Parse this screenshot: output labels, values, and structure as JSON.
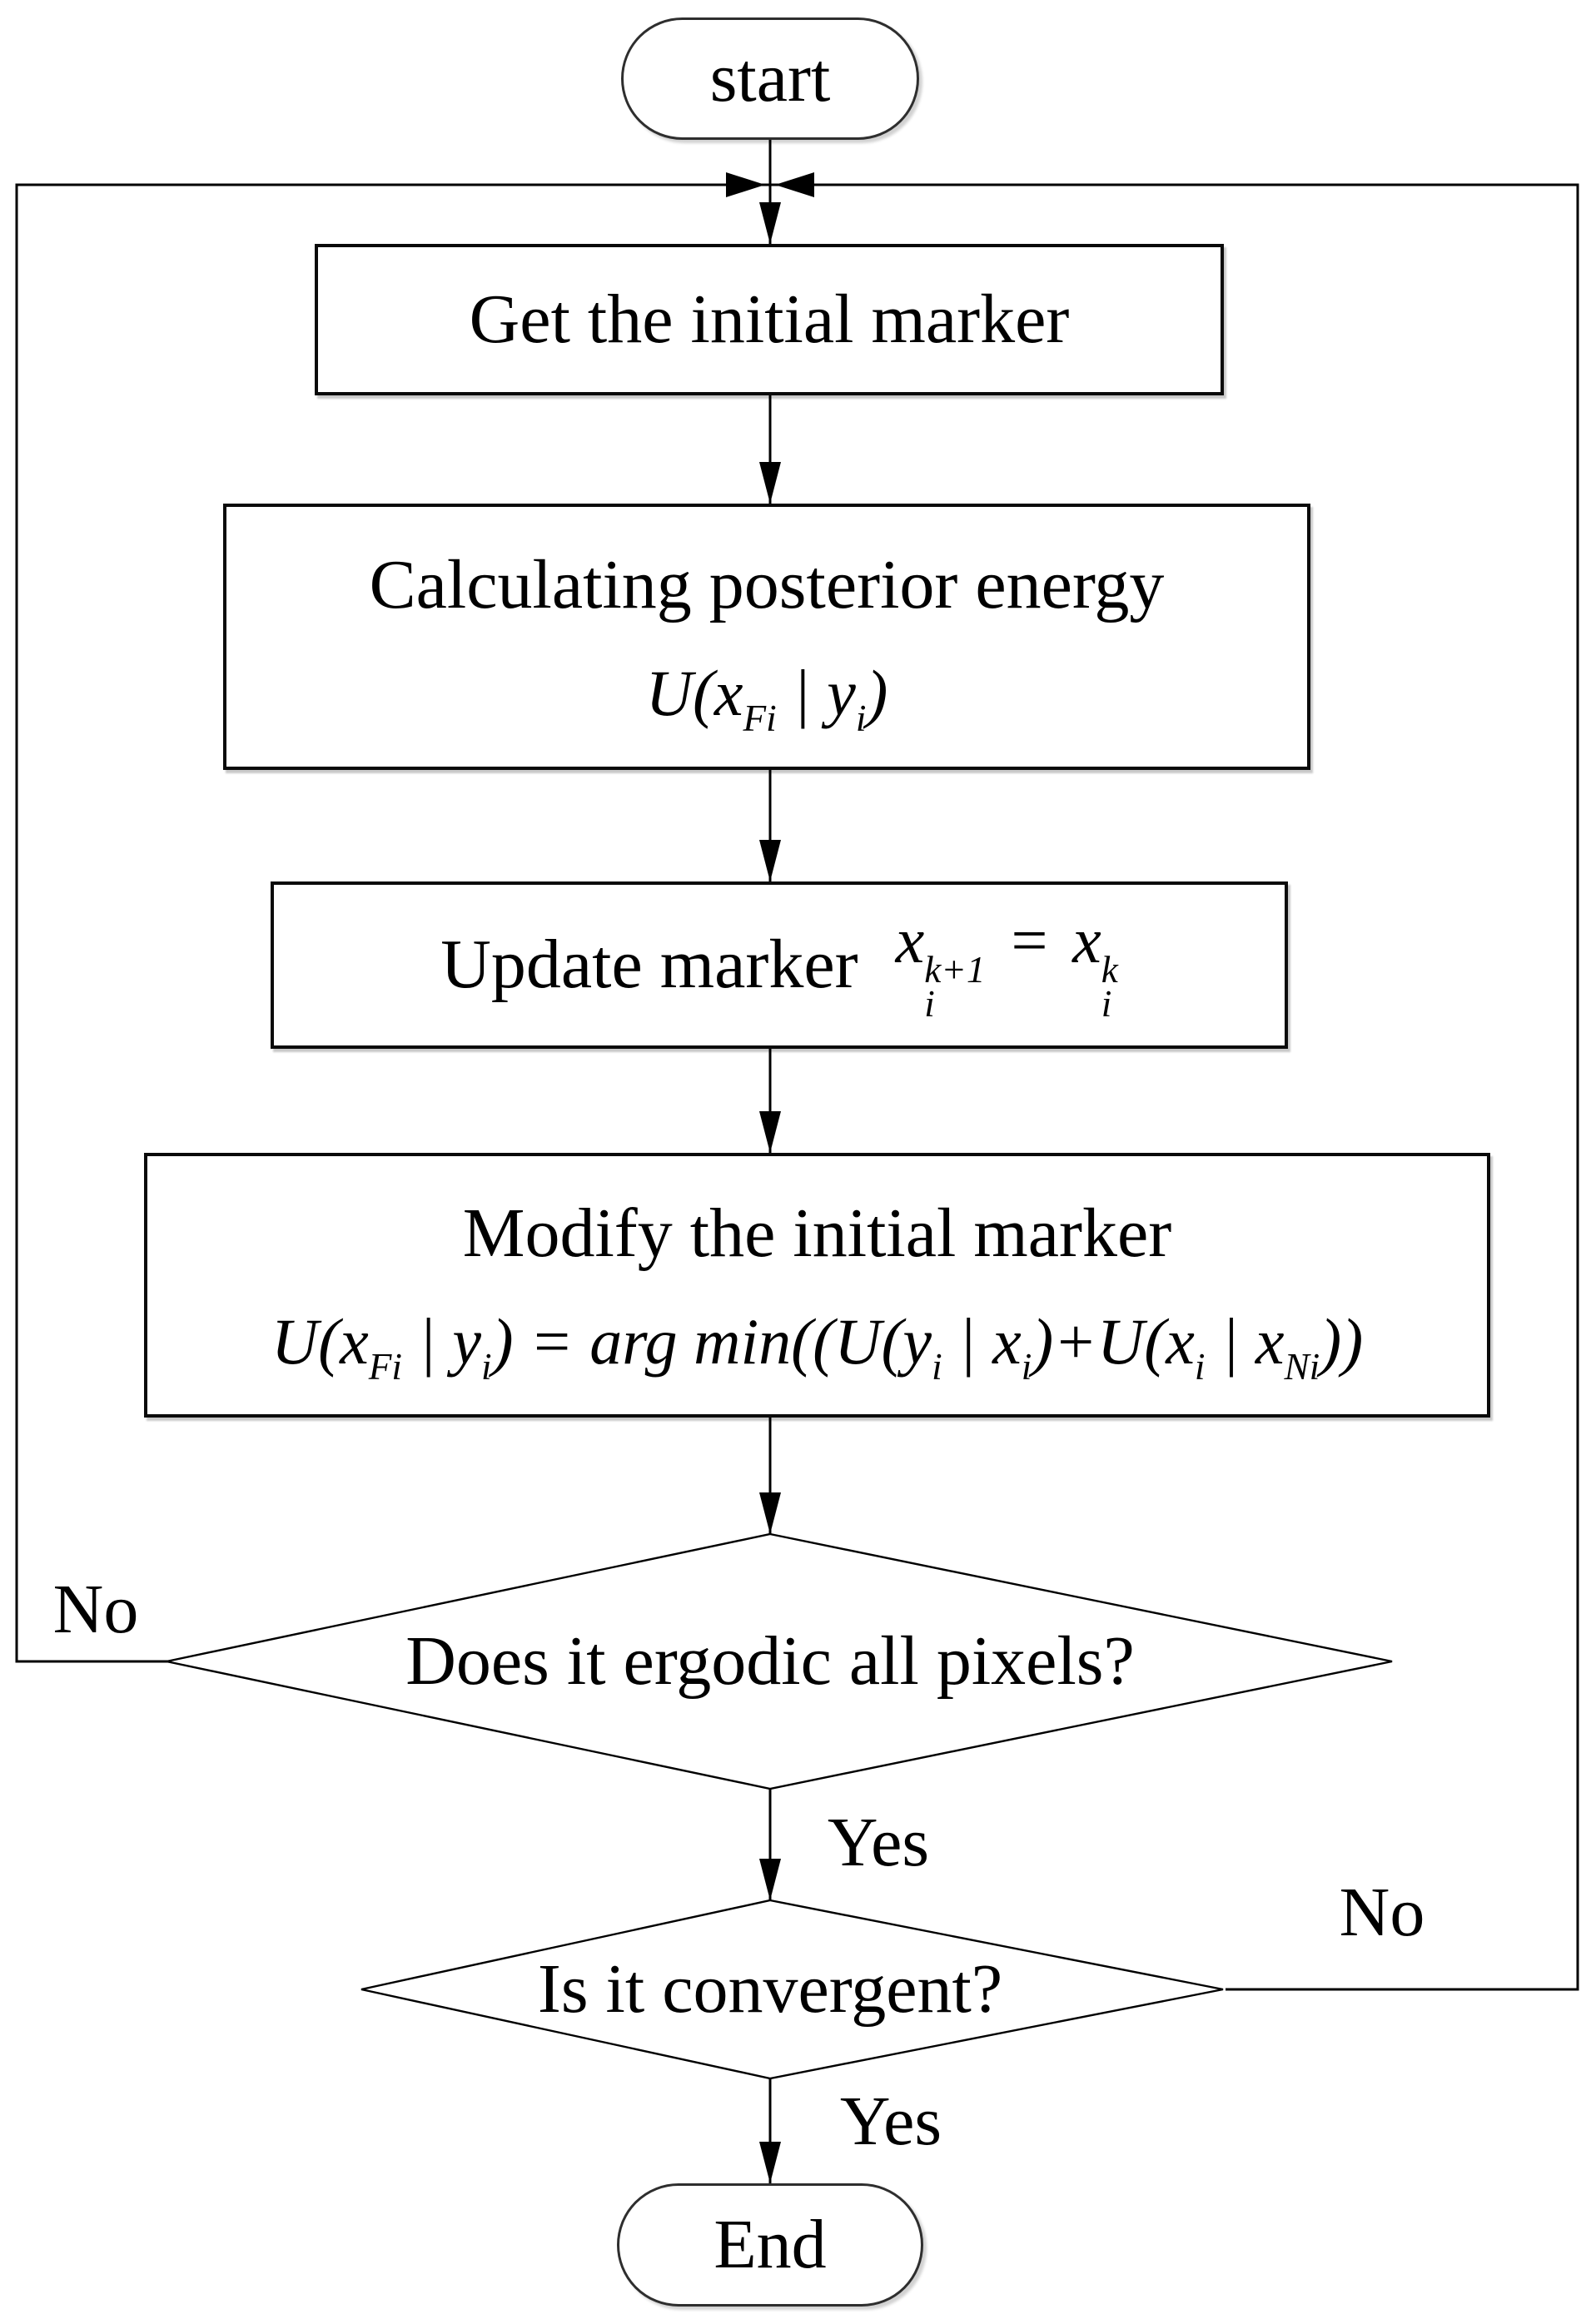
{
  "flowchart": {
    "nodes": {
      "start": {
        "label": "start"
      },
      "get_marker": {
        "label": "Get the initial marker"
      },
      "calc_energy": {
        "label": "Calculating posterior energy",
        "formula": [
          "U(x",
          "Fi",
          " | y",
          "i",
          ")"
        ]
      },
      "update_marker": {
        "label": "Update marker",
        "base1": "x",
        "sup1": "k+1",
        "sub1": "i",
        "eq": "=",
        "base2": "x",
        "sup2": "k",
        "sub2": "i"
      },
      "modify_marker": {
        "label": "Modify the initial marker",
        "formula": [
          "U(x",
          "Fi",
          " | y",
          "i",
          ") = arg min((U(y",
          "i",
          " | x",
          "i",
          ")+U(x",
          "i",
          " | x",
          "Ni",
          "))"
        ]
      },
      "ergodic": {
        "label": "Does it ergodic all pixels?"
      },
      "convergent": {
        "label": "Is it convergent?"
      },
      "end": {
        "label": "End"
      }
    },
    "edge_labels": {
      "ergodic_no": "No",
      "ergodic_yes": "Yes",
      "convergent_no": "No",
      "convergent_yes": "Yes"
    }
  }
}
